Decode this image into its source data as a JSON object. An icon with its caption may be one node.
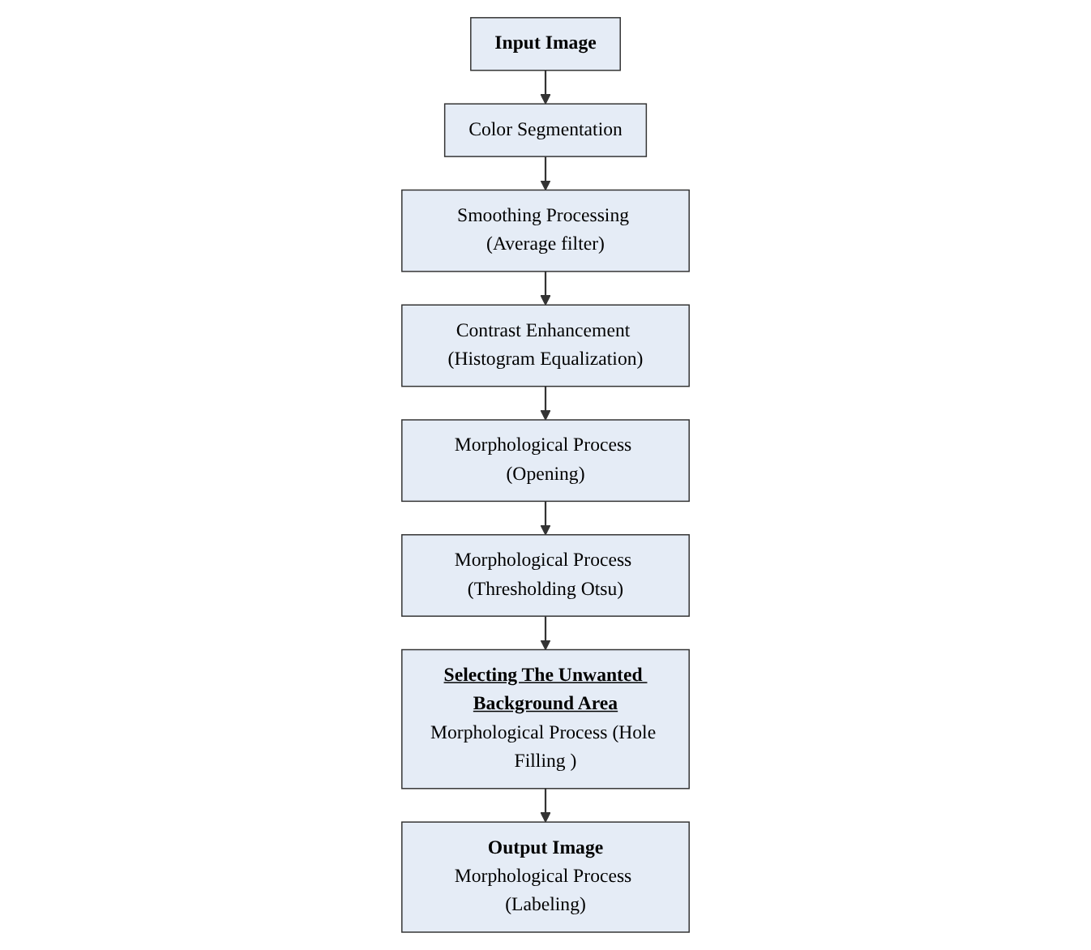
{
  "diagram": {
    "nodes": [
      {
        "text": [
          "Input Image"
        ]
      },
      {
        "text": [
          "Color Segmentation"
        ]
      },
      {
        "text": [
          "Smoothing Processing (Average filter)"
        ]
      },
      {
        "text": [
          "Contrast Enhancement (Histogram Equalization)"
        ]
      },
      {
        "text": [
          "Morphological Process (Opening)"
        ]
      },
      {
        "text": [
          "Morphological Process (Thresholding Otsu)"
        ]
      },
      {
        "text": [
          "Selecting The Unwanted Background Area",
          "Morphological Process (Hole Filling )"
        ]
      },
      {
        "text": [
          "Output Image",
          "Morphological Process (Labeling)"
        ]
      }
    ],
    "edges": [
      {
        "from": 0,
        "to": 1,
        "arrow": "to"
      },
      {
        "from": 1,
        "to": 2,
        "arrow": "to"
      },
      {
        "from": 2,
        "to": 3,
        "arrow": "to"
      },
      {
        "from": 3,
        "to": 4,
        "arrow": "to"
      },
      {
        "from": 4,
        "to": 5,
        "arrow": "to"
      },
      {
        "from": 5,
        "to": 6,
        "arrow": "to"
      },
      {
        "from": 6,
        "to": 7,
        "arrow": "to"
      }
    ]
  }
}
